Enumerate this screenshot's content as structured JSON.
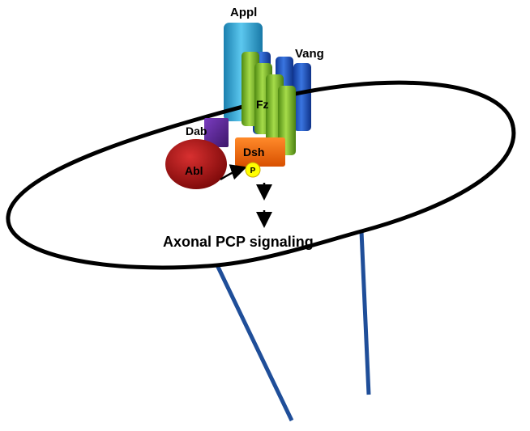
{
  "labels": {
    "appl": "Appl",
    "vang": "Vang",
    "fz": "Fz",
    "dab": "Dab",
    "dsh": "Dsh",
    "abl": "Abl",
    "phospho": "P",
    "pathway": "Axonal PCP signaling"
  },
  "colors": {
    "appl": "#2a9fc9",
    "vang": "#1c4fbf",
    "fz": "#7ab827",
    "dab": "#5a2590",
    "dsh": "#f0650c",
    "abl": "#b01515",
    "phospho": "#ffff00",
    "axon": "#1f4e99",
    "membrane": "#000000"
  }
}
